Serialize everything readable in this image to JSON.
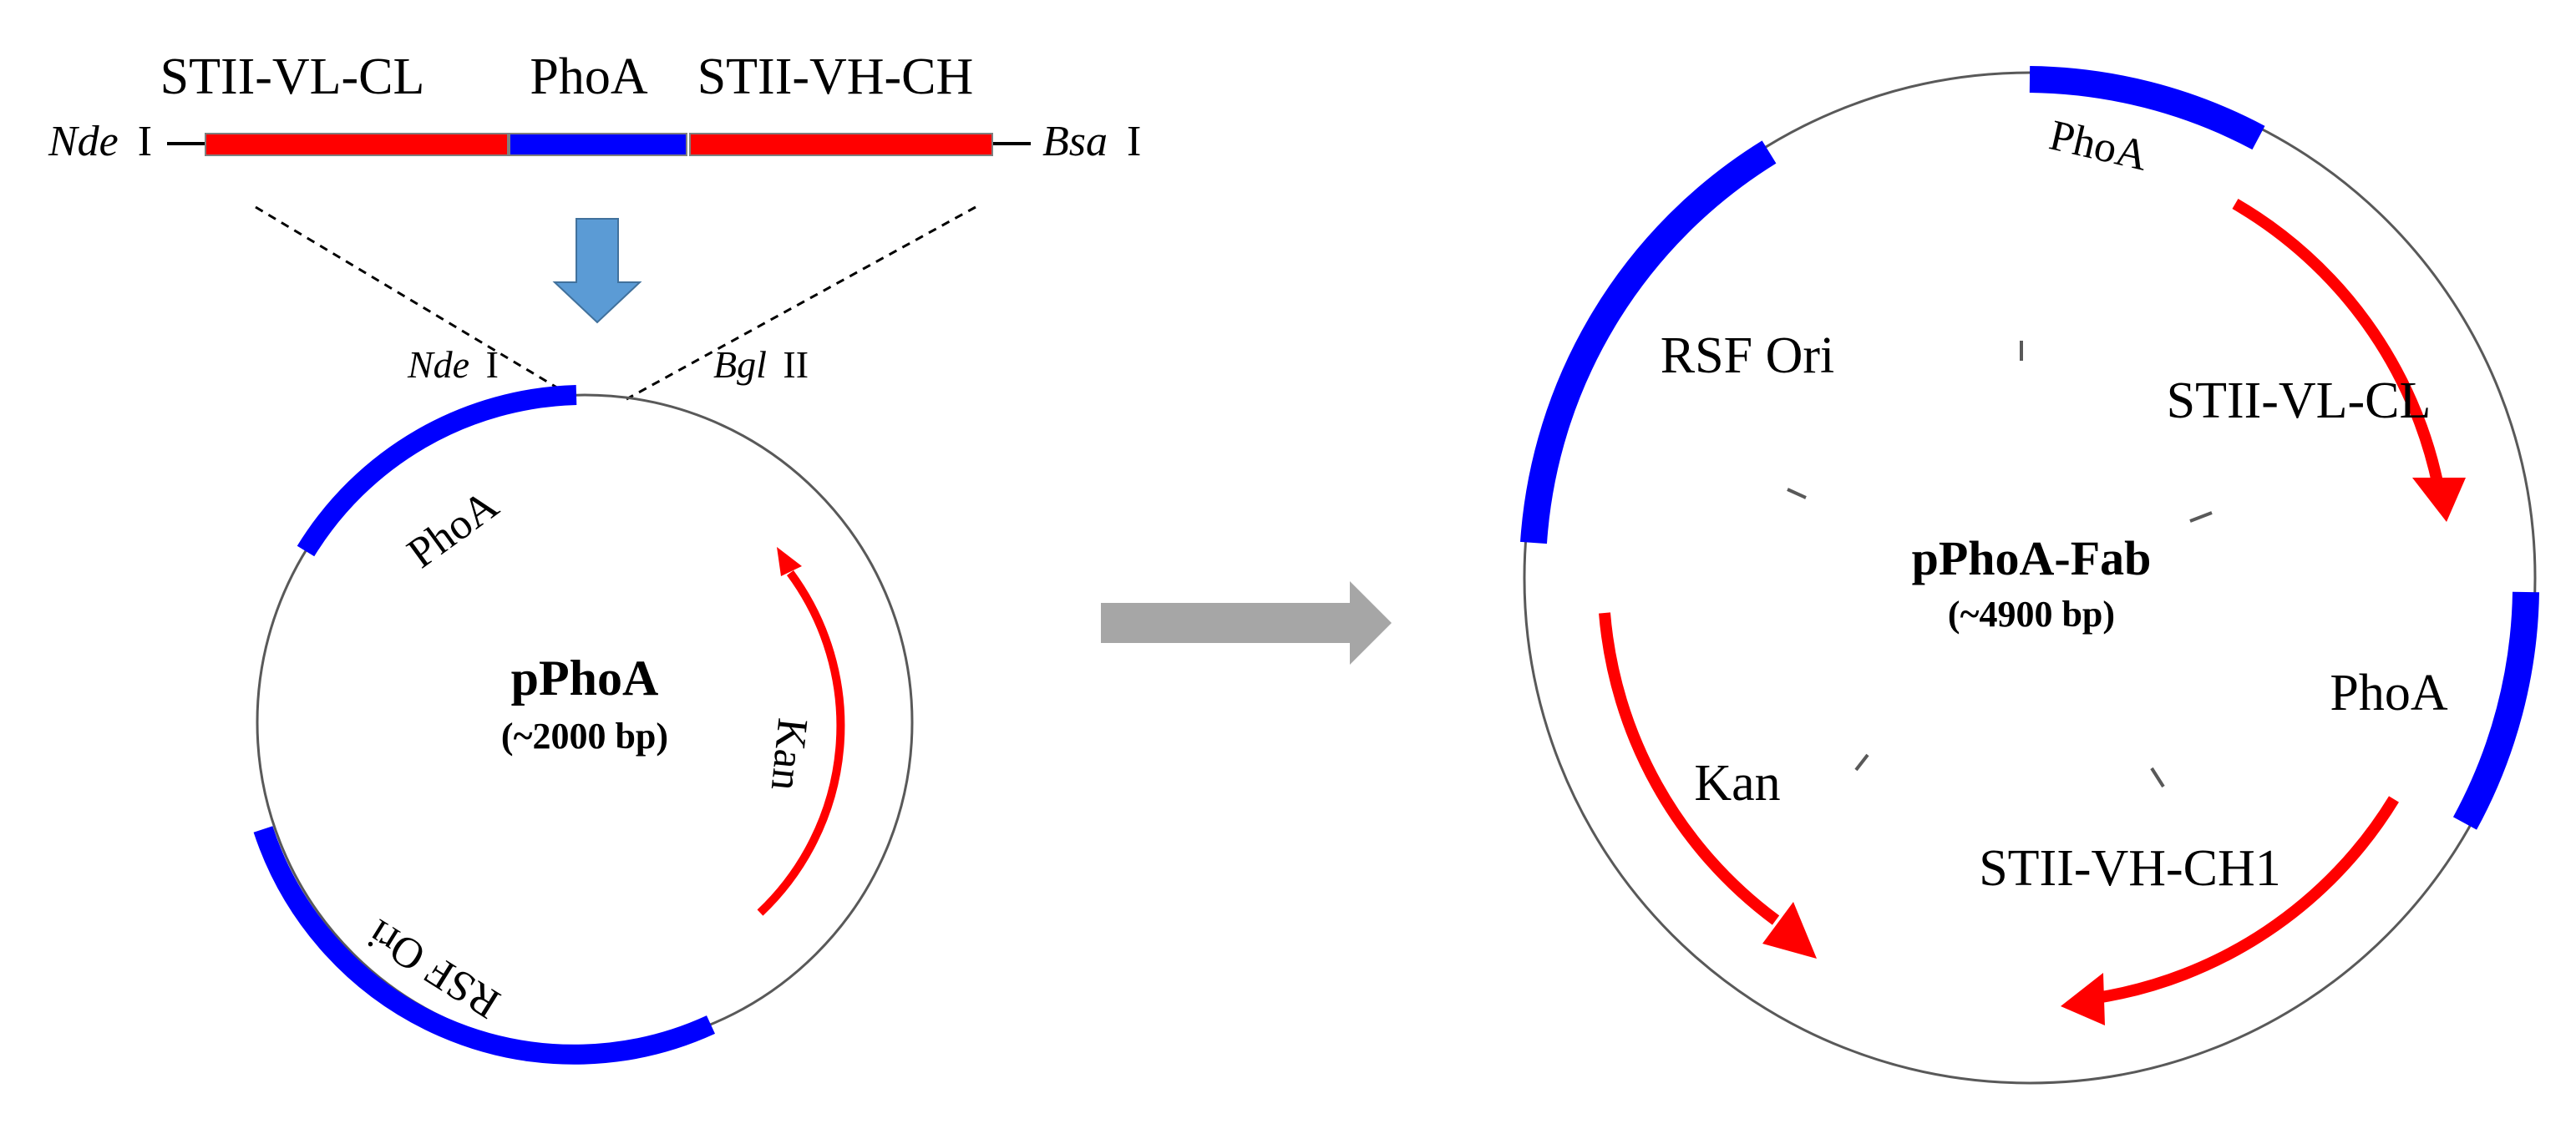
{
  "insert": {
    "segments": [
      {
        "label": "STII-VL-CL",
        "color": "#ff0000"
      },
      {
        "label": "PhoA",
        "color": "#0000ff"
      },
      {
        "label": "STII-VH-CH",
        "color": "#ff0000"
      }
    ],
    "left_site": {
      "enzyme": "Nde",
      "suffix": "I"
    },
    "right_site": {
      "enzyme": "Bsa",
      "suffix": "I"
    }
  },
  "vector": {
    "name": "pPhoA",
    "size": "(~2000 bp)",
    "site_left": {
      "enzyme": "Nde",
      "suffix": "I"
    },
    "site_right": {
      "enzyme": "Bgl",
      "suffix": "II"
    },
    "features": {
      "phoa": "PhoA",
      "kan": "Kan",
      "ori": "RSF Ori"
    }
  },
  "product": {
    "name": "pPhoA-Fab",
    "size": "(~4900 bp)",
    "features": {
      "phoa_top": "PhoA",
      "vl": "STII-VL-CL",
      "phoa_right": "PhoA",
      "vh": "STII-VH-CH1",
      "kan": "Kan",
      "ori": "RSF Ori"
    }
  },
  "colors": {
    "red": "#ff0000",
    "blue": "#0000ff",
    "down_arrow": "#5b9bd5",
    "process_arrow": "#a6a6a6",
    "circle": "#595959"
  }
}
